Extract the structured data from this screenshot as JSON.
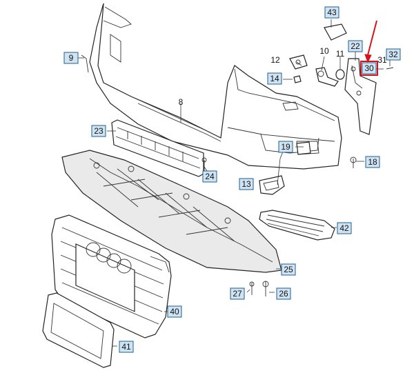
{
  "boxed_labels": [
    {
      "id": "43",
      "text": "43"
    },
    {
      "id": "9",
      "text": "9"
    },
    {
      "id": "22",
      "text": "22"
    },
    {
      "id": "32",
      "text": "32"
    },
    {
      "id": "30",
      "text": "30"
    },
    {
      "id": "14",
      "text": "14"
    },
    {
      "id": "23",
      "text": "23"
    },
    {
      "id": "19",
      "text": "19"
    },
    {
      "id": "18",
      "text": "18"
    },
    {
      "id": "24",
      "text": "24"
    },
    {
      "id": "13",
      "text": "13"
    },
    {
      "id": "42",
      "text": "42"
    },
    {
      "id": "25",
      "text": "25"
    },
    {
      "id": "27",
      "text": "27"
    },
    {
      "id": "26",
      "text": "26"
    },
    {
      "id": "40",
      "text": "40"
    },
    {
      "id": "41",
      "text": "41"
    }
  ],
  "plain_labels": [
    {
      "id": "12",
      "text": "12"
    },
    {
      "id": "10",
      "text": "10"
    },
    {
      "id": "11",
      "text": "11"
    },
    {
      "id": "31",
      "text": "31"
    },
    {
      "id": "8",
      "text": "8"
    }
  ],
  "highlight": {
    "label": "30",
    "color": "#d4141a"
  },
  "colors": {
    "callout_fill": "#cfe3f2",
    "callout_border": "#1f5f8f",
    "line": "#222222"
  }
}
